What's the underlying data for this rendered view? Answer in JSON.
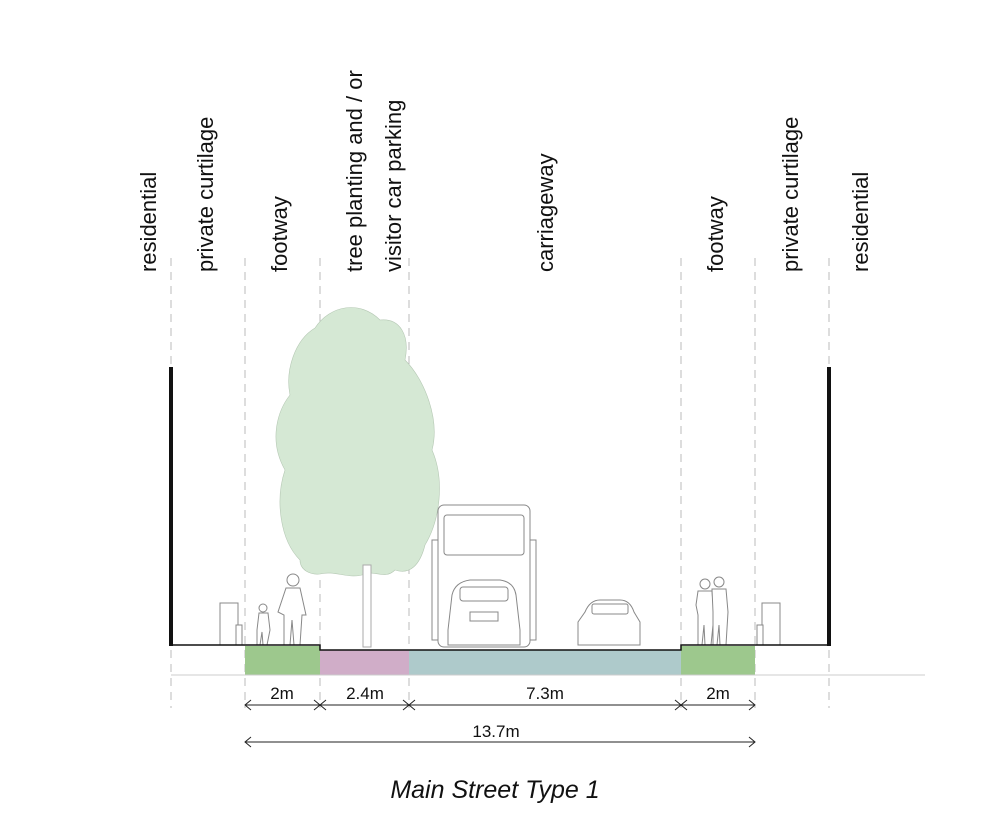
{
  "title": "Main Street Type 1",
  "zones": [
    {
      "lines": [
        "residential"
      ]
    },
    {
      "lines": [
        "private curtilage"
      ]
    },
    {
      "lines": [
        "footway"
      ]
    },
    {
      "lines": [
        "tree planting and / or",
        "visitor car parking"
      ]
    },
    {
      "lines": [
        "carriageway"
      ]
    },
    {
      "lines": [
        "footway"
      ]
    },
    {
      "lines": [
        "private curtilage"
      ]
    },
    {
      "lines": [
        "residential"
      ]
    }
  ],
  "dimensions": [
    {
      "label": "2m",
      "value_m": 2,
      "zone": "footway",
      "color": "#9dc88d"
    },
    {
      "label": "2.4m",
      "value_m": 2.4,
      "zone": "tree planting",
      "color": "#d0adc8"
    },
    {
      "label": "7.3m",
      "value_m": 7.3,
      "zone": "carriageway",
      "color": "#aecacb"
    },
    {
      "label": "2m",
      "value_m": 2,
      "zone": "footway",
      "color": "#9dc88d"
    }
  ],
  "total": {
    "label": "13.7m",
    "value_m": 13.7
  },
  "colors": {
    "tree": "#d5e8d4"
  }
}
